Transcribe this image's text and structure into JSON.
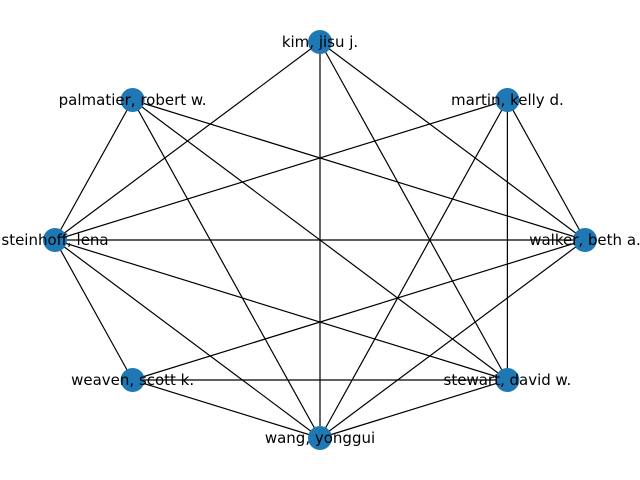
{
  "graph": {
    "node_color": "#1f77b4",
    "edge_color": "#000000",
    "nodes": [
      {
        "id": "kim",
        "label": "kim, jisu j."
      },
      {
        "id": "martin",
        "label": "martin, kelly d."
      },
      {
        "id": "walker",
        "label": "walker, beth a."
      },
      {
        "id": "stewart",
        "label": "stewart, david w."
      },
      {
        "id": "wang",
        "label": "wang, yonggui"
      },
      {
        "id": "weaven",
        "label": "weaven, scott k."
      },
      {
        "id": "steinhoff",
        "label": "steinhoff, lena"
      },
      {
        "id": "palmatier",
        "label": "palmatier, robert w."
      }
    ],
    "edges": [
      [
        "kim",
        "steinhoff"
      ],
      [
        "kim",
        "walker"
      ],
      [
        "kim",
        "stewart"
      ],
      [
        "kim",
        "wang"
      ],
      [
        "martin",
        "steinhoff"
      ],
      [
        "martin",
        "walker"
      ],
      [
        "martin",
        "stewart"
      ],
      [
        "martin",
        "wang"
      ],
      [
        "palmatier",
        "steinhoff"
      ],
      [
        "palmatier",
        "walker"
      ],
      [
        "palmatier",
        "stewart"
      ],
      [
        "palmatier",
        "wang"
      ],
      [
        "steinhoff",
        "walker"
      ],
      [
        "steinhoff",
        "stewart"
      ],
      [
        "steinhoff",
        "wang"
      ],
      [
        "steinhoff",
        "weaven"
      ],
      [
        "walker",
        "weaven"
      ],
      [
        "walker",
        "wang"
      ],
      [
        "weaven",
        "stewart"
      ],
      [
        "weaven",
        "wang"
      ],
      [
        "stewart",
        "wang"
      ]
    ]
  }
}
